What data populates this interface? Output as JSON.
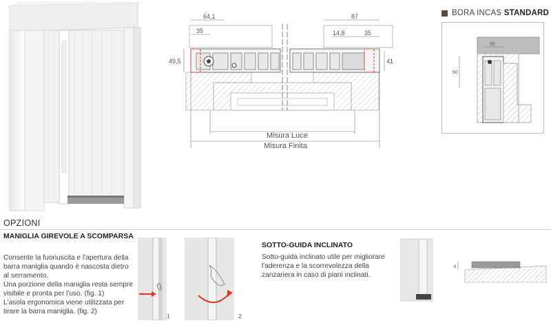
{
  "header": {
    "badge_prefix": "BORA INCAS",
    "badge_bold": "STANDARD",
    "badge_color": "#5b4a42"
  },
  "drawing": {
    "dim_64_1": "64,1",
    "dim_35_left": "35",
    "dim_87": "87",
    "dim_14_8": "14,8",
    "dim_35_right": "35",
    "dim_49_5": "49,5",
    "dim_41": "41",
    "misura_luce": "Misura Luce",
    "misura_finita": "Misura Finita"
  },
  "detail": {
    "dim_50": "50",
    "dim_60": "60"
  },
  "options": {
    "section_title": "OPZIONI",
    "option1": {
      "title": "MANIGLIA GIREVOLE A SCOMPARSA",
      "description": "Consente la fuoriuscita e l'apertura della barra maniglia quando è nascosta dietro al serramento.\nUna porzione della maniglia resta sempre visibile e pronta per l'uso. (fig. 1)\nL'asola ergonomica viene utilizzata per tirare la barra maniglia. (fig. 2)",
      "fig1_label": ".1",
      "fig2_label": ".2"
    },
    "option2": {
      "title": "SOTTO-GUIDA INCLINATO",
      "description": "Sotto-guida inclinato utile per migliorare l'aderenza e la scorrevolezza della zanzariera in caso di piani inclinati."
    }
  },
  "accent": {
    "arrow_red": "#e1322a",
    "dim_red": "#e1322a"
  }
}
